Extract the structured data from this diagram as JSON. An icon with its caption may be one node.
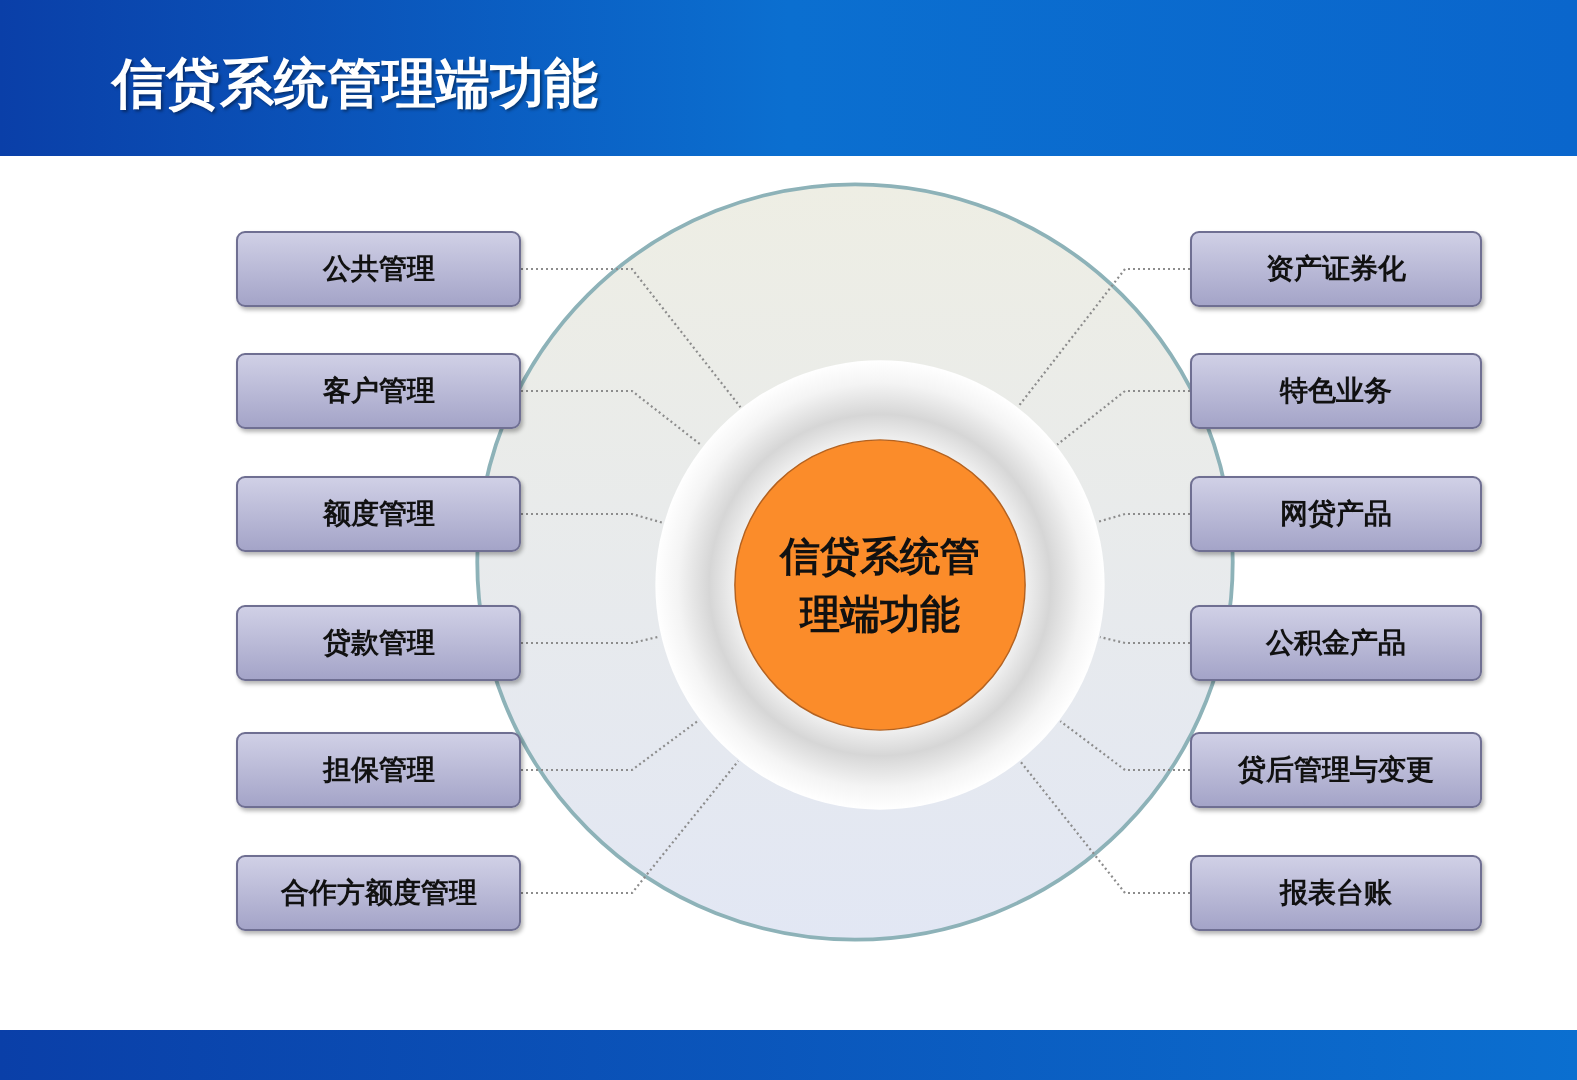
{
  "diagram": {
    "title": "信贷系统管理端功能",
    "nodes": [
      {
        "text": [],
        "shape": "circle"
      },
      {
        "text": [],
        "shape": "circle",
        "in": 0
      },
      {
        "text": [
          "信贷系统管理端功能"
        ],
        "in": 1
      },
      {
        "text": [
          "公共管理"
        ]
      },
      {
        "text": [
          "客户管理"
        ]
      },
      {
        "text": [
          "额度管理"
        ]
      },
      {
        "text": [
          "贷款管理"
        ]
      },
      {
        "text": [
          "担保管理"
        ]
      },
      {
        "text": [
          "合作方额度管理"
        ]
      },
      {
        "text": [
          "资产证券化"
        ]
      },
      {
        "text": [
          "特色业务"
        ]
      },
      {
        "text": [
          "网贷产品"
        ]
      },
      {
        "text": [
          "公积金产品"
        ]
      },
      {
        "text": [
          "贷后管理与变更"
        ]
      },
      {
        "text": [
          "报表台账"
        ]
      }
    ],
    "edges": [
      {
        "from": 3,
        "to": 1,
        "arrow": "none",
        "style": "dashed"
      },
      {
        "from": 4,
        "to": 1,
        "arrow": "none",
        "style": "dashed"
      },
      {
        "from": 5,
        "to": 1,
        "arrow": "none",
        "style": "dashed"
      },
      {
        "from": 6,
        "to": 1,
        "arrow": "none",
        "style": "dashed"
      },
      {
        "from": 7,
        "to": 1,
        "arrow": "none",
        "style": "dashed"
      },
      {
        "from": 8,
        "to": 1,
        "arrow": "none",
        "style": "dashed"
      },
      {
        "from": 9,
        "to": 1,
        "arrow": "none",
        "style": "dashed"
      },
      {
        "from": 10,
        "to": 1,
        "arrow": "none",
        "style": "dashed"
      },
      {
        "from": 11,
        "to": 1,
        "arrow": "none",
        "style": "dashed"
      },
      {
        "from": 12,
        "to": 1,
        "arrow": "none",
        "style": "dashed"
      },
      {
        "from": 13,
        "to": 1,
        "arrow": "none",
        "style": "dashed"
      },
      {
        "from": 14,
        "to": 1,
        "arrow": "none",
        "style": "dashed"
      }
    ]
  }
}
